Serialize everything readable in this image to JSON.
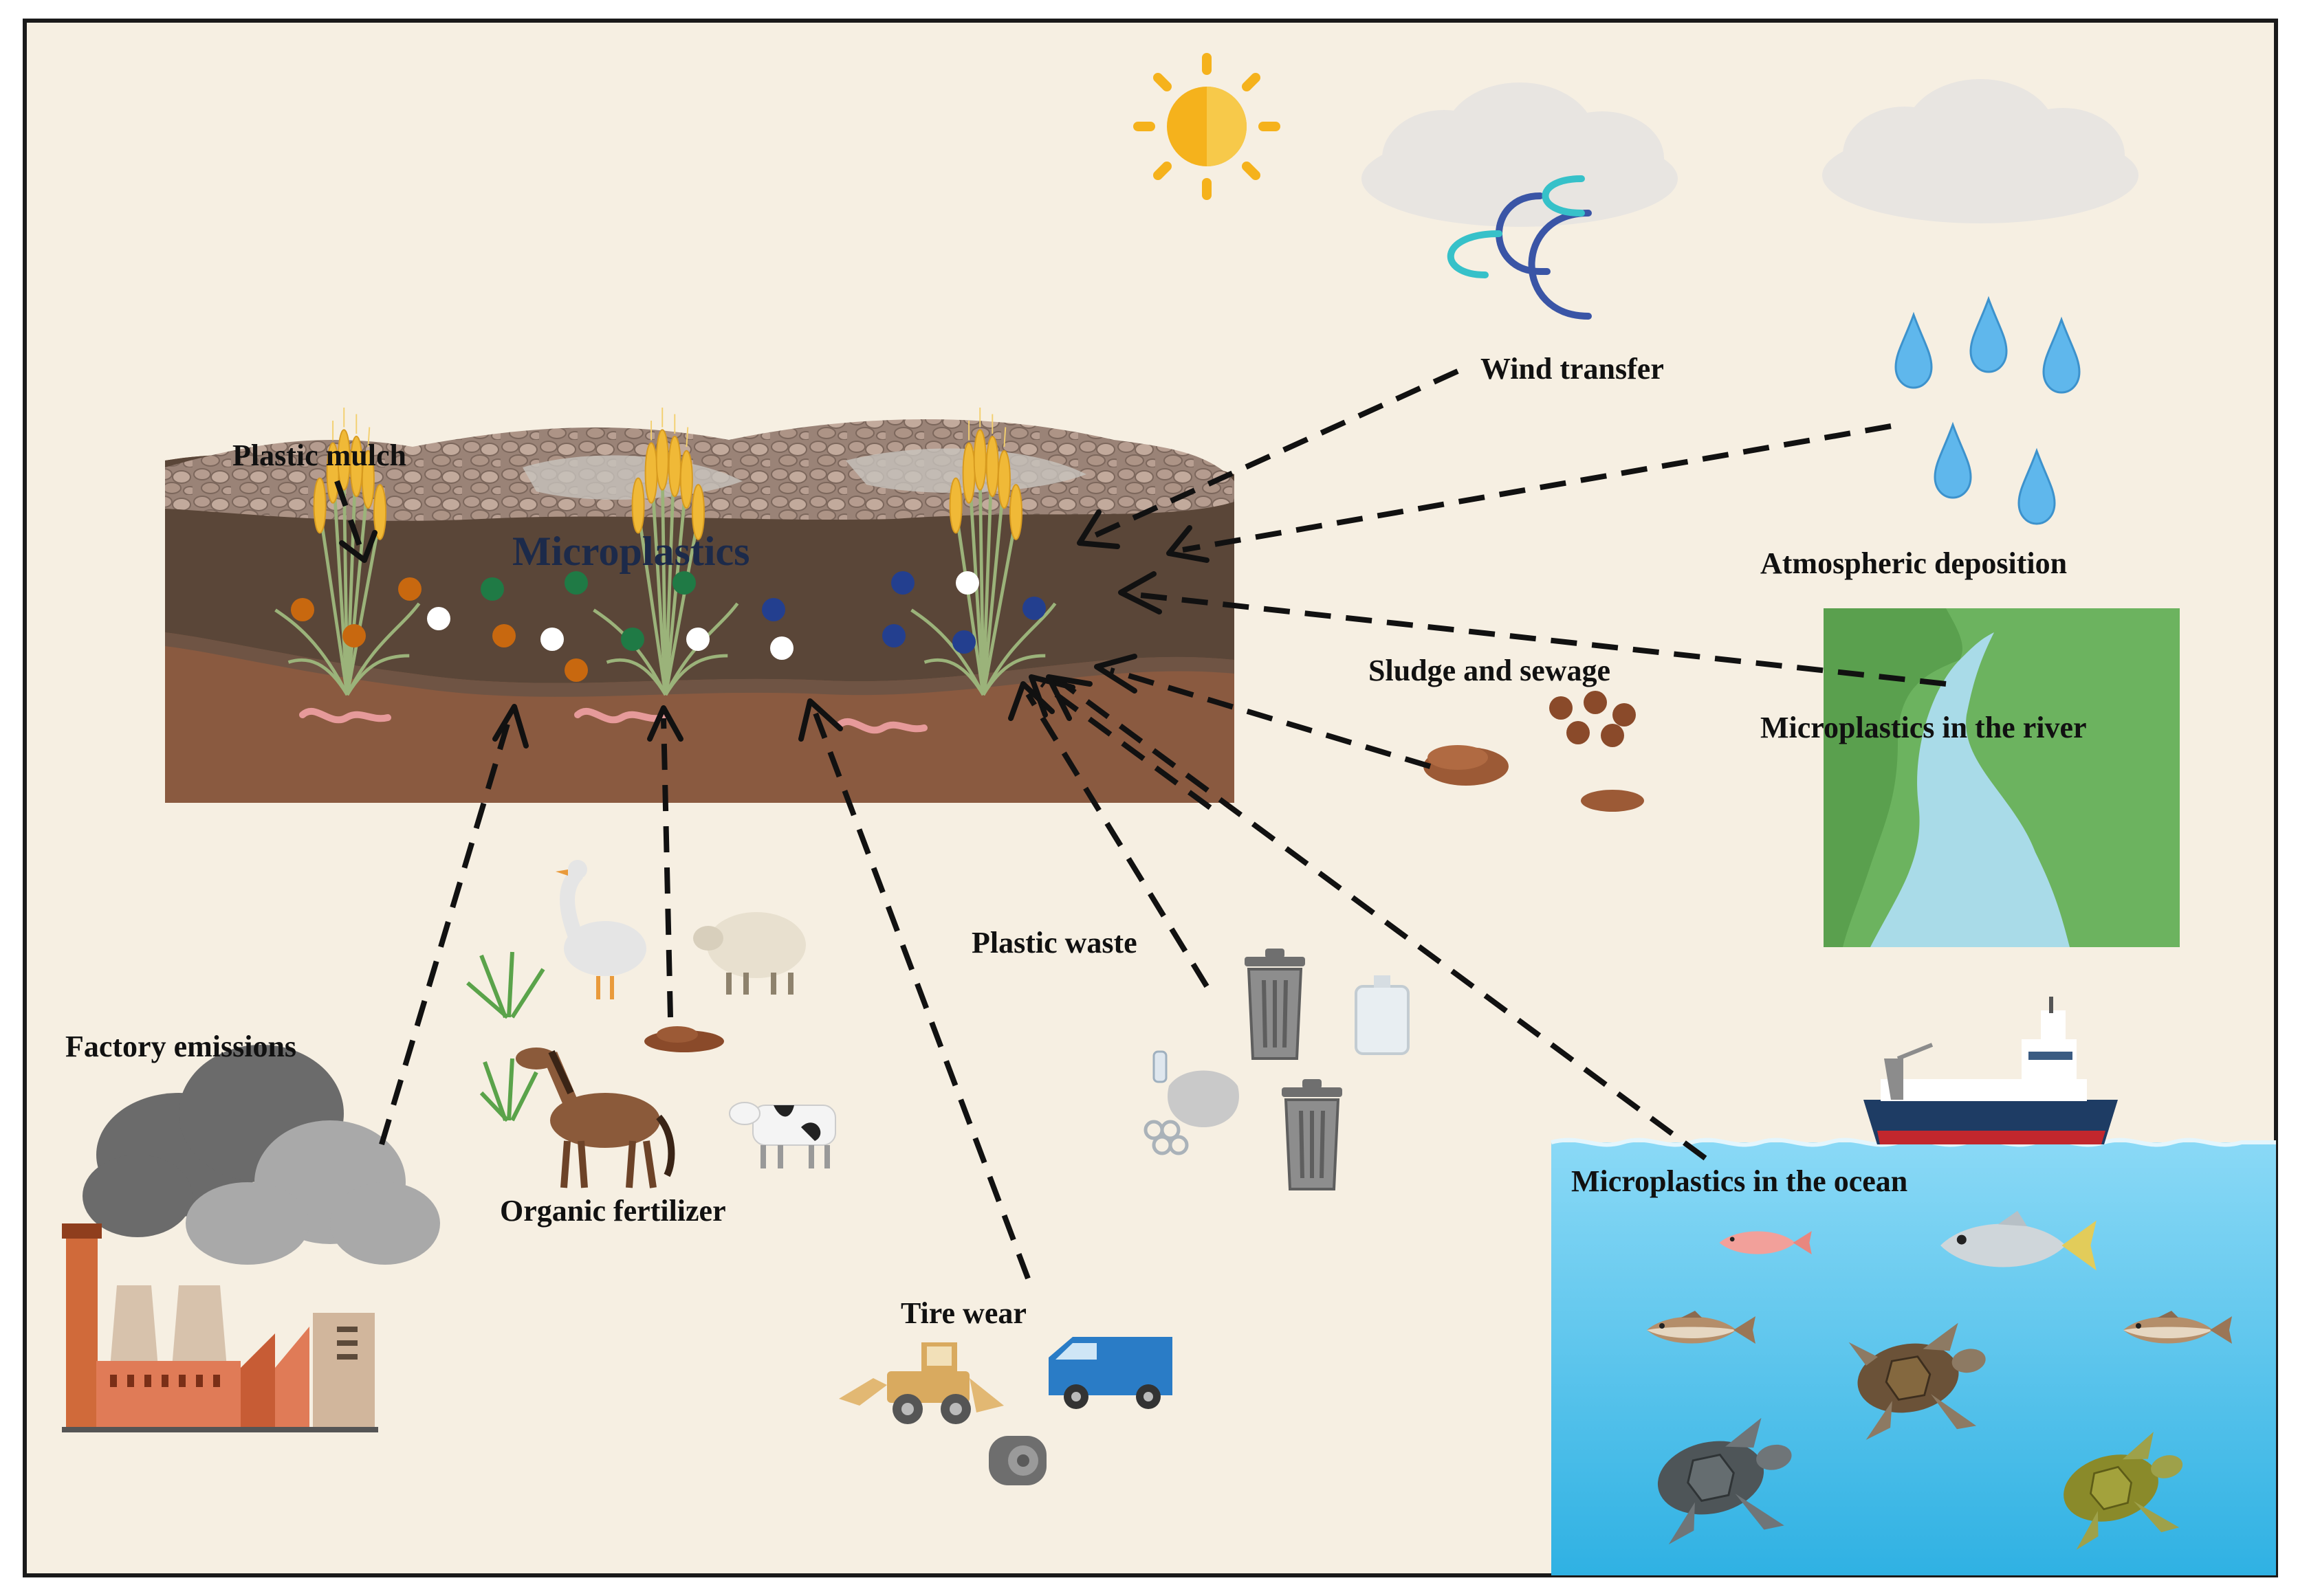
{
  "labels": {
    "plastic_mulch": "Plastic mulch",
    "microplastics": "Microplastics",
    "wind_transfer": "Wind transfer",
    "atmospheric_deposition": "Atmospheric deposition",
    "sludge_and_sewage": "Sludge and sewage",
    "microplastics_river": "Microplastics in the river",
    "plastic_waste": "Plastic waste",
    "factory_emissions": "Factory emissions",
    "organic_fertilizer": "Organic fertilizer",
    "tire_wear": "Tire wear",
    "microplastics_ocean": "Microplastics in the ocean"
  },
  "colors": {
    "background": "#f6efe2",
    "border": "#1a1a1a",
    "soil_top": "#5a4638",
    "soil_bottom": "#8a5a40",
    "river_bank": "#6cb35f",
    "river_water": "#a9dbe8",
    "ocean": "#5ec6ee",
    "particle_orange": "#c8680f",
    "particle_green": "#1f7a45",
    "particle_white": "#ffffff",
    "particle_blue": "#233f8f",
    "sun": "#f5b21c"
  },
  "particle_types": [
    "orange",
    "green",
    "white",
    "blue"
  ],
  "icons": [
    "sun-icon",
    "cloud-icon",
    "wind-icon",
    "raindrop-icon",
    "wheat-icon",
    "earthworm-icon",
    "factory-icon",
    "goose-icon",
    "sheep-icon",
    "horse-icon",
    "cow-icon",
    "grass-icon",
    "manure-icon",
    "trash-can-icon",
    "plastic-bottle-icon",
    "loader-icon",
    "van-icon",
    "tire-icon",
    "sludge-icon",
    "ship-icon",
    "fish-icon",
    "turtle-icon",
    "river-icon"
  ]
}
